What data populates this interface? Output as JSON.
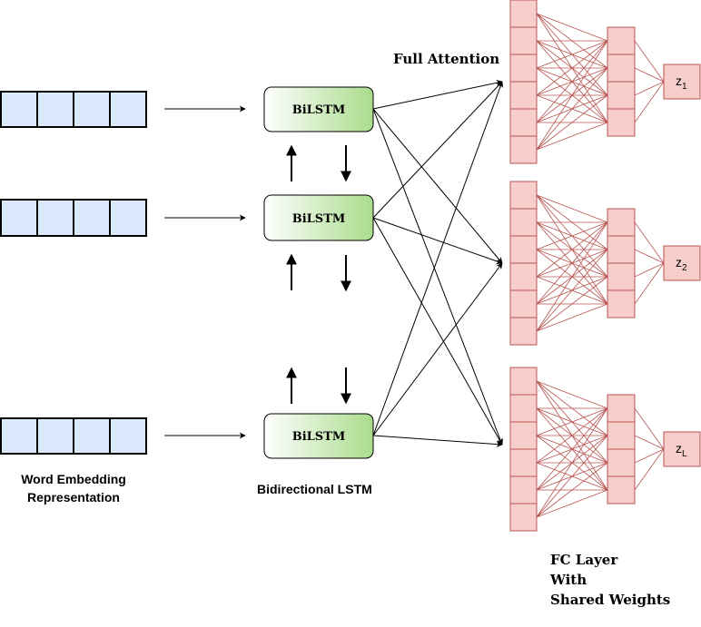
{
  "title": "Full Attention",
  "colors": {
    "embedding_fill": "#dae8fc",
    "lstm_gradient_start": "#ffffff",
    "lstm_gradient_end": "#a9dc8c",
    "fc_fill": "#f8cecc",
    "fc_stroke": "#b85450"
  },
  "embedding": {
    "label_line1": "Word Embedding",
    "label_line2": "Representation",
    "rows": 3,
    "cells_per_row": 4
  },
  "lstm": {
    "box_label": "BiLSTM",
    "section_label": "Bidirectional LSTM",
    "boxes": [
      "BiLSTM",
      "BiLSTM",
      "BiLSTM"
    ]
  },
  "fc": {
    "label_lines": [
      "FC Layer",
      "With",
      "Shared Weights"
    ],
    "input_cells": 6,
    "hidden_cells": 4
  },
  "outputs": [
    {
      "base": "z",
      "sub": "1"
    },
    {
      "base": "z",
      "sub": "2"
    },
    {
      "base": "z",
      "sub": "L"
    }
  ]
}
